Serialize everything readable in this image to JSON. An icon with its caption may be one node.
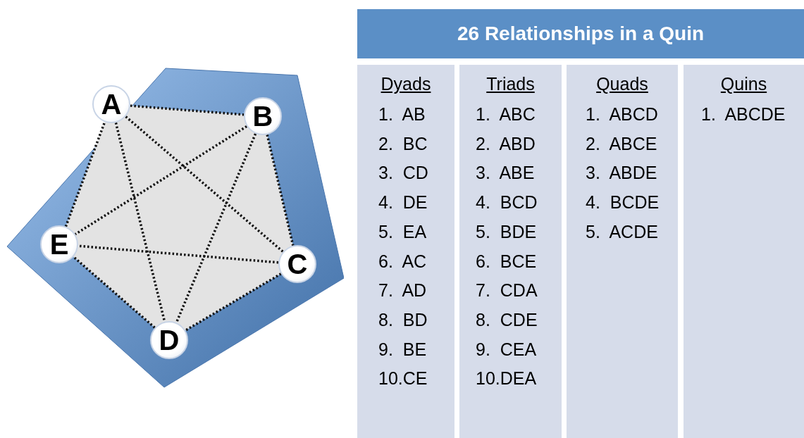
{
  "diagram": {
    "title": "26 Relationships in a Quin",
    "nodes": [
      {
        "text": [],
        "shape": "pentagon"
      },
      {
        "text": [
          "A"
        ],
        "in": 0
      },
      {
        "text": [
          "B"
        ],
        "in": 0
      },
      {
        "text": [
          "C"
        ],
        "in": 0
      },
      {
        "text": [
          "D"
        ],
        "in": 0
      },
      {
        "text": [
          "E"
        ],
        "in": 0
      },
      {
        "text": [
          "Dyads",
          "1. AB",
          "2. BC",
          "3. CD",
          "4. DE",
          "5. EA",
          "6. AC",
          "7. AD",
          "8. BD",
          "9. BE",
          "10.CE"
        ]
      },
      {
        "text": [
          "Triads",
          "1. ABC",
          "2. ABD",
          "3. ABE",
          "4. BCD",
          "5. BDE",
          "6. BCE",
          "7. CDA",
          "8. CDE",
          "9. CEA",
          "10.DEA"
        ]
      },
      {
        "text": [
          "Quads",
          "1. ABCD",
          "2. ABCE",
          "3. ABDE",
          "4. BCDE",
          "5. ACDE"
        ]
      },
      {
        "text": [
          "Quins",
          "1. ABCDE"
        ]
      }
    ],
    "edges": [
      {
        "from": 1,
        "to": 2,
        "arrow": "none"
      },
      {
        "from": 2,
        "to": 3,
        "arrow": "none"
      },
      {
        "from": 3,
        "to": 4,
        "arrow": "none"
      },
      {
        "from": 4,
        "to": 5,
        "arrow": "none"
      },
      {
        "from": 5,
        "to": 1,
        "arrow": "none"
      },
      {
        "from": 1,
        "to": 3,
        "arrow": "none"
      },
      {
        "from": 1,
        "to": 4,
        "arrow": "none"
      },
      {
        "from": 2,
        "to": 4,
        "arrow": "none"
      },
      {
        "from": 2,
        "to": 5,
        "arrow": "none"
      },
      {
        "from": 3,
        "to": 5,
        "arrow": "none"
      }
    ]
  }
}
